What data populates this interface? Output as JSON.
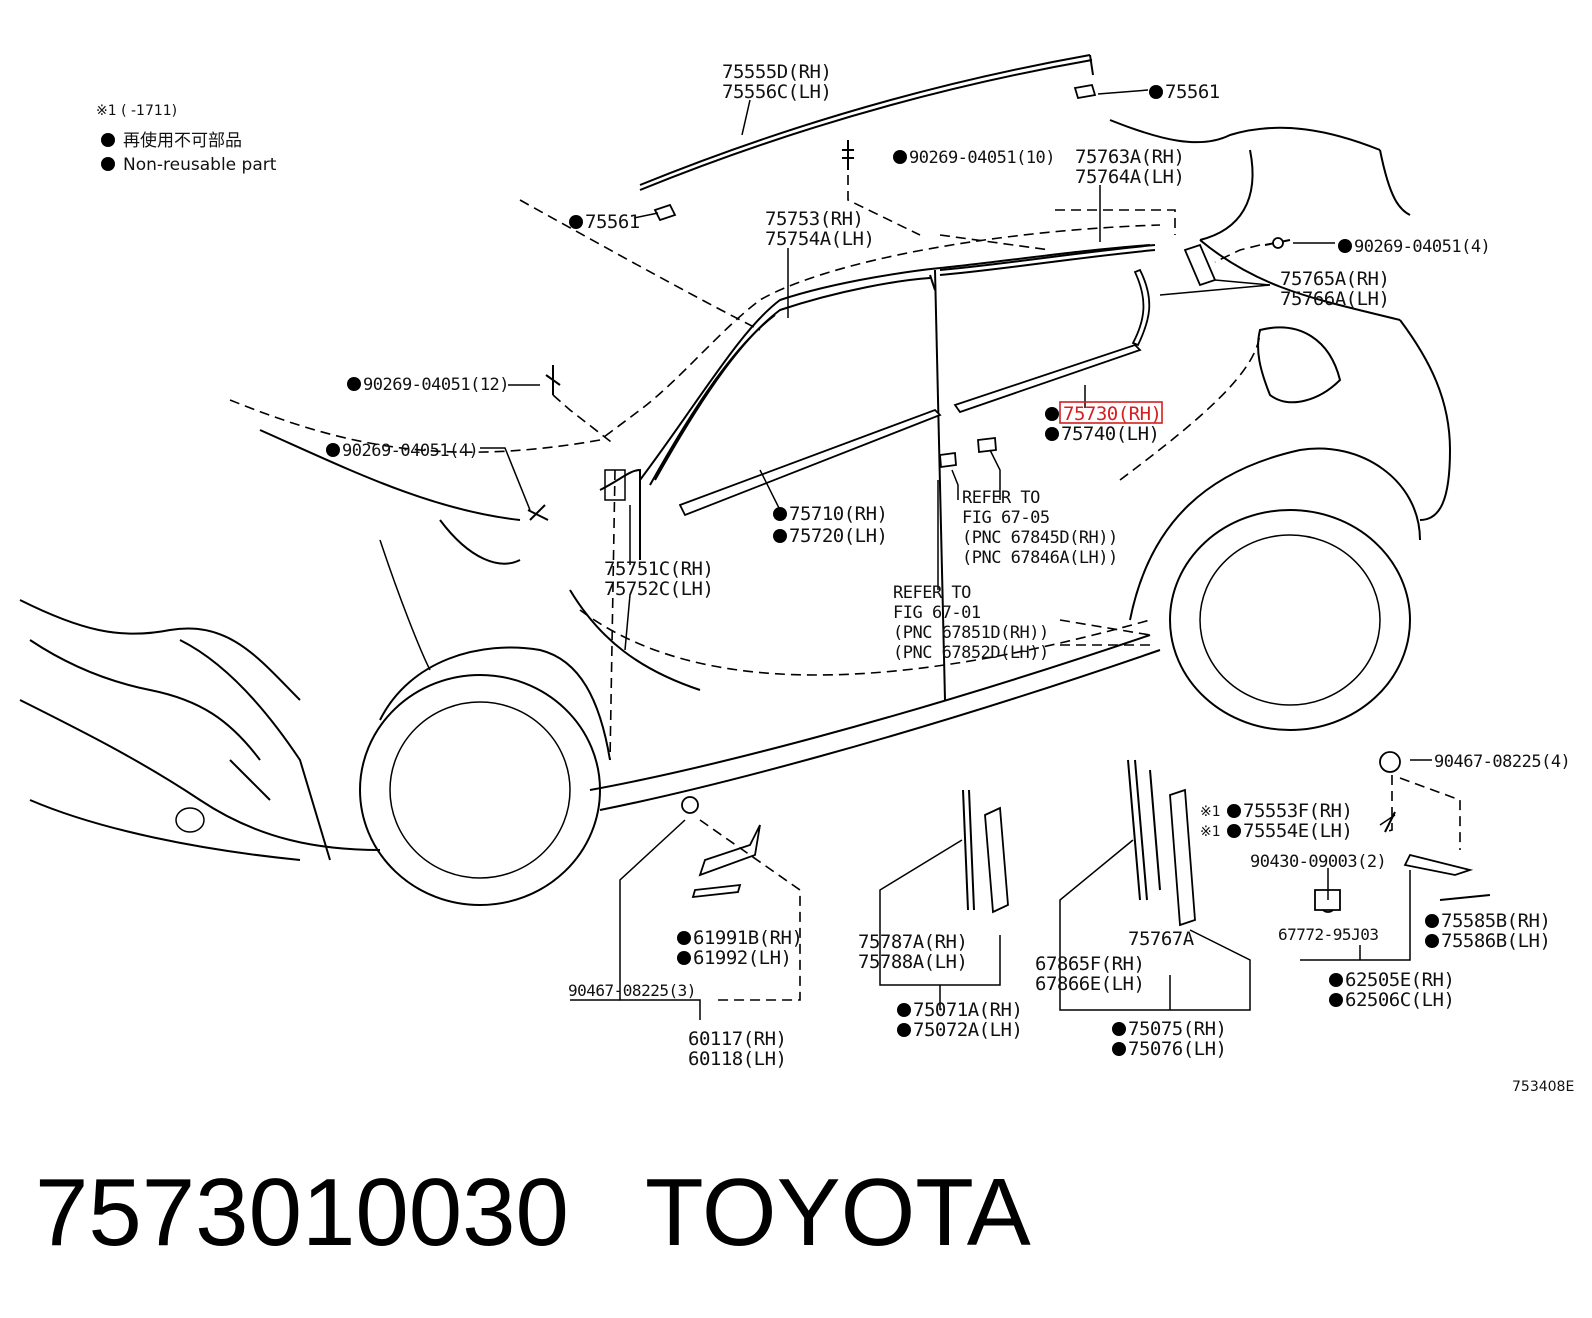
{
  "legend": {
    "note_mark": "※1 (      -1711)",
    "non_reusable_jp": "再使用不可部品",
    "non_reusable_en": "Non-reusable part"
  },
  "labels": {
    "p75555": "75555D(RH)",
    "p75556": "75556C(LH)",
    "p75561_top": "75561",
    "p75561_left": "75561",
    "p90269_10": "90269-04051(10)",
    "p75763": "75763A(RH)",
    "p75764": "75764A(LH)",
    "p75753": "75753(RH)",
    "p75754": "75754A(LH)",
    "p90269_4_right": "90269-04051(4)",
    "p75765": "75765A(RH)",
    "p75766": "75766A(LH)",
    "p90269_12": "90269-04051(12)",
    "p90269_4_left": "90269-04051(4)",
    "p75730": "75730(RH)",
    "p75740": "75740(LH)",
    "p75710": "75710(RH)",
    "p75720": "75720(LH)",
    "p75751": "75751C(RH)",
    "p75752": "75752C(LH)",
    "ref1_a": "REFER TO",
    "ref1_b": "FIG 67-05",
    "ref1_c": "(PNC 67845D(RH))",
    "ref1_d": "(PNC 67846A(LH))",
    "ref2_a": "REFER TO",
    "ref2_b": "FIG 67-01",
    "ref2_c": "(PNC 67851D(RH))",
    "ref2_d": "(PNC 67852D(LH))",
    "p90467_4": "90467-08225(4)",
    "p75553": "75553F(RH)",
    "p75554": "75554E(LH)",
    "note1a": "※1",
    "note1b": "※1",
    "p90430": "90430-09003(2)",
    "p67772": "67772-95J03",
    "p75585": "75585B(RH)",
    "p75586": "75586B(LH)",
    "p62505": "62505E(RH)",
    "p62506": "62506C(LH)",
    "p61991": "61991B(RH)",
    "p61992": "61992(LH)",
    "p90467_3": "90467-08225(3)",
    "p60117": "60117(RH)",
    "p60118": "60118(LH)",
    "p75787": "75787A(RH)",
    "p75788": "75788A(LH)",
    "p75071": "75071A(RH)",
    "p75072": "75072A(LH)",
    "p67865": "67865F(RH)",
    "p67866": "67866E(LH)",
    "p75767": "75767A",
    "p75075": "75075(RH)",
    "p75076": "75076(LH)",
    "fig_code": "753408E"
  },
  "footer": {
    "part_number": "7573010030",
    "brand": "TOYOTA"
  },
  "highlight_color": "#d42020"
}
